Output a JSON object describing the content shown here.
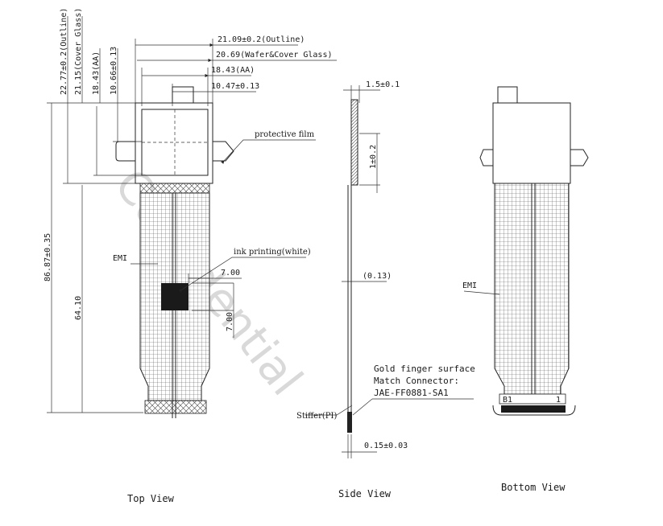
{
  "views": {
    "top": "Top View",
    "side": "Side View",
    "bottom": "Bottom View"
  },
  "watermark": "Confidential",
  "dimensions": {
    "outline_width": "21.09±0.2(Outline)",
    "wafer_cover_width": "20.69(Wafer&Cover Glass)",
    "aa_width": "18.43(AA)",
    "inner_width": "10.47±0.13",
    "outline_height": "22.77±0.2(Outline)",
    "cover_glass_height": "21.15(Cover Glass)",
    "aa_height": "18.43(AA)",
    "inner_height": "10.66±0.13",
    "total_length": "86.87±0.35",
    "fpc_length": "64.10",
    "ink_w": "7.00",
    "ink_h": "7.00",
    "side_thickness": "1.5±0.1",
    "side_height": "1±0.2",
    "fpc_thickness": "(0.13)",
    "stiffener_thickness": "0.15±0.03"
  },
  "annotations": {
    "protective_film": "protective film",
    "ink_printing": "ink printing(white)",
    "emi_top": "EMI",
    "emi_bottom": "EMI",
    "stiffer": "Stiffer(PI)",
    "gold_line1": "Gold finger surface",
    "gold_line2": "Match Connector:",
    "gold_line3": "JAE-FF0881-SA1",
    "pin_b1": "B1",
    "pin_1": "1"
  }
}
